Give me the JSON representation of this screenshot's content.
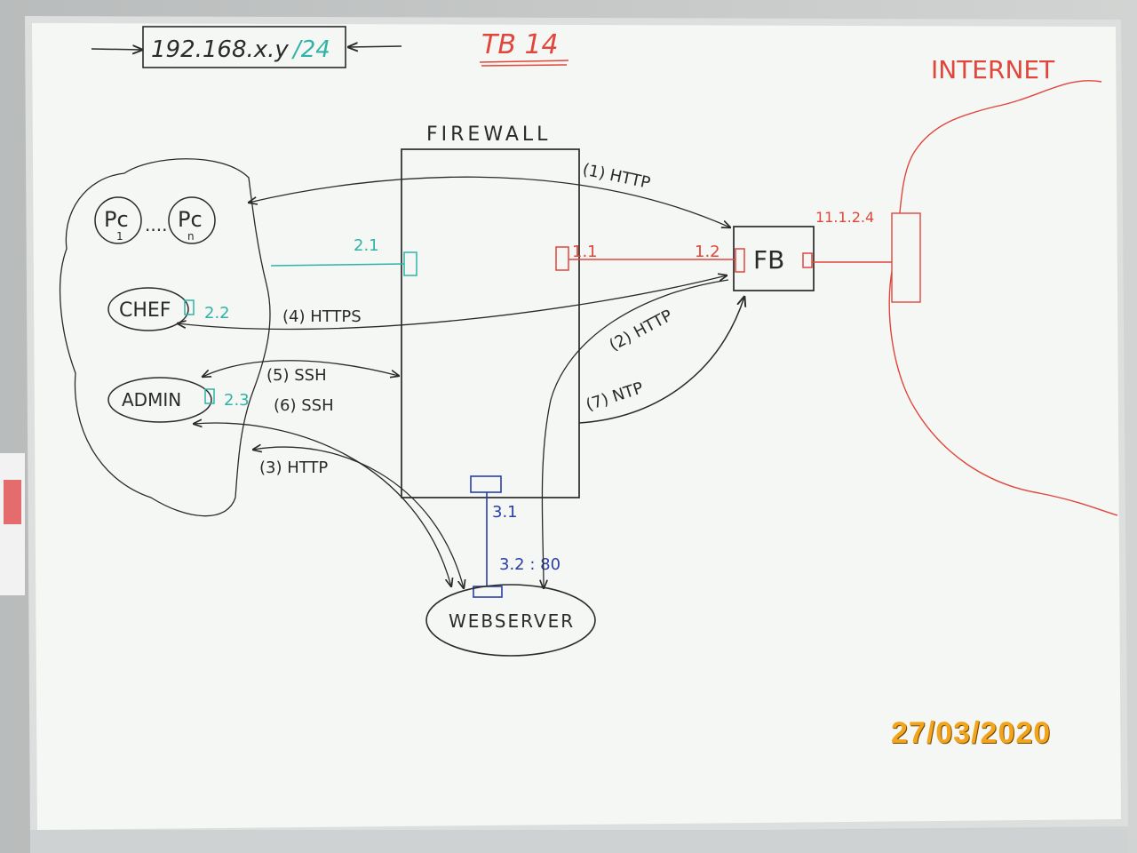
{
  "board": {
    "subnet": "192.168.x.y",
    "prefix": "/24",
    "title": "TB 14",
    "internet": "INTERNET",
    "firewall": "FIREWALL",
    "fb": "FB",
    "wan_ip": "11.1.2.4",
    "webserver": "WEBSERVER",
    "pc1_main": "Pc",
    "pc1_sub": "1",
    "dots": "....",
    "pcn_main": "Pc",
    "pcn_sub": "n",
    "chef": "CHEF",
    "admin": "ADMIN",
    "iface_2_1": "2.1",
    "iface_1_1": "1.1",
    "iface_1_2": "1.2",
    "iface_2_2": "2.2",
    "iface_2_3": "2.3",
    "iface_3_1": "3.1",
    "iface_3_2": "3.2 : 80",
    "flow_1": "(1) HTTP",
    "flow_2": "(2) HTTP",
    "flow_3": "(3) HTTP",
    "flow_4": "(4) HTTPS",
    "flow_5": "(5) SSH",
    "flow_6": "(6) SSH",
    "flow_7": "(7) NTP"
  },
  "date_stamp": "27/03/2020",
  "colors": {
    "ink_black": "#2a2a2a",
    "ink_red": "#e0463c",
    "ink_teal": "#2fb3a6",
    "ink_blue": "#2a3fa8",
    "stamp": "#f2a51c",
    "board": "#f4f6f4",
    "frame": "#d8dbdb"
  }
}
